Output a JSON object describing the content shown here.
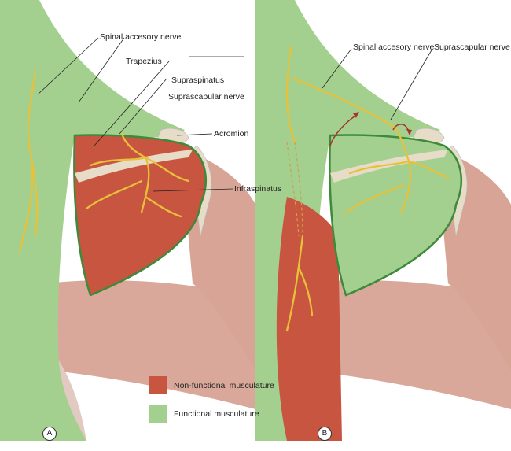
{
  "panel_a": {
    "tag": "A",
    "labels": {
      "spinal_accessory_nerve": "Spinal accesory nerve",
      "trapezius": "Trapezius",
      "supraspinatus": "Supraspinatus",
      "suprascapular_nerve": "Suprascapular nerve",
      "acromion": "Acromion",
      "infraspinatus": "Infraspinatus"
    }
  },
  "panel_b": {
    "tag": "B",
    "labels": {
      "spinal_accessory_nerve": "Spinal accesory nerve",
      "suprascapular_nerve": "Suprascapular nerve"
    }
  },
  "legend": {
    "items": [
      {
        "label": "Non-functional musculature",
        "color": "#c8553f"
      },
      {
        "label": "Functional musculature",
        "color": "#a4d08f"
      }
    ]
  },
  "colors": {
    "functional": "#a4d08f",
    "non_functional": "#c8553f",
    "muscle": "#d9a89a",
    "nerve": "#e8c13a",
    "bone": "#e6dcc8"
  }
}
